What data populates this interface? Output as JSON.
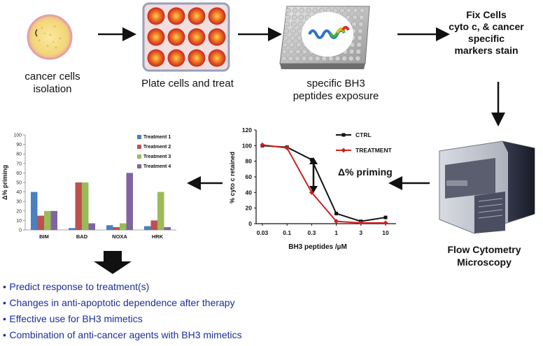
{
  "steps": {
    "isolation": "cancer cells\nisolation",
    "plate": "Plate cells and treat",
    "exposure": "specific BH3\npeptides exposure",
    "fix": "Fix Cells\ncyto c, & cancer\nspecific\nmarkers stain",
    "flow": "Flow Cytometry\nMicroscopy"
  },
  "delta_label": "Δ% priming",
  "outcomes": [
    "Predict response to treatment(s)",
    "Changes in anti-apoptotic dependence after therapy",
    "Effective use for BH3 mimetics",
    "Combination of anti-cancer agents with BH3 mimetics"
  ],
  "bullet_glyph": "•",
  "chart_data": [
    {
      "type": "bar",
      "ylabel": "Δ% priming",
      "ylim": [
        0,
        100
      ],
      "yticks": [
        0,
        10,
        20,
        30,
        40,
        50,
        60,
        70,
        80,
        90,
        100
      ],
      "categories": [
        "BIM",
        "BAD",
        "NOXA",
        "HRK"
      ],
      "series": [
        {
          "name": "Treatment 1",
          "color": "#4a7fc1",
          "values": [
            40,
            2,
            5,
            4
          ]
        },
        {
          "name": "Treatment 2",
          "color": "#c0504d",
          "values": [
            15,
            50,
            3,
            10
          ]
        },
        {
          "name": "Treatment 3",
          "color": "#9bbb59",
          "values": [
            20,
            50,
            7,
            40
          ]
        },
        {
          "name": "Treatment 4",
          "color": "#8064a2",
          "values": [
            20,
            7,
            60,
            3
          ]
        }
      ],
      "legend_position": "top-right"
    },
    {
      "type": "line",
      "xlabel": "BH3 peptides /µM",
      "ylabel": "% cyto c retained",
      "x": [
        "0.03",
        "0.1",
        "0.3",
        "1",
        "3",
        "10"
      ],
      "ylim": [
        0,
        120
      ],
      "yticks": [
        0,
        20,
        40,
        60,
        80,
        100,
        120
      ],
      "series": [
        {
          "name": "CTRL",
          "color": "#111111",
          "values": [
            100,
            98,
            82,
            13,
            3,
            8
          ]
        },
        {
          "name": "TREATMENT",
          "color": "#cc2222",
          "values": [
            101,
            97,
            40,
            3,
            1,
            1
          ]
        }
      ],
      "legend_position": "top-right"
    }
  ]
}
